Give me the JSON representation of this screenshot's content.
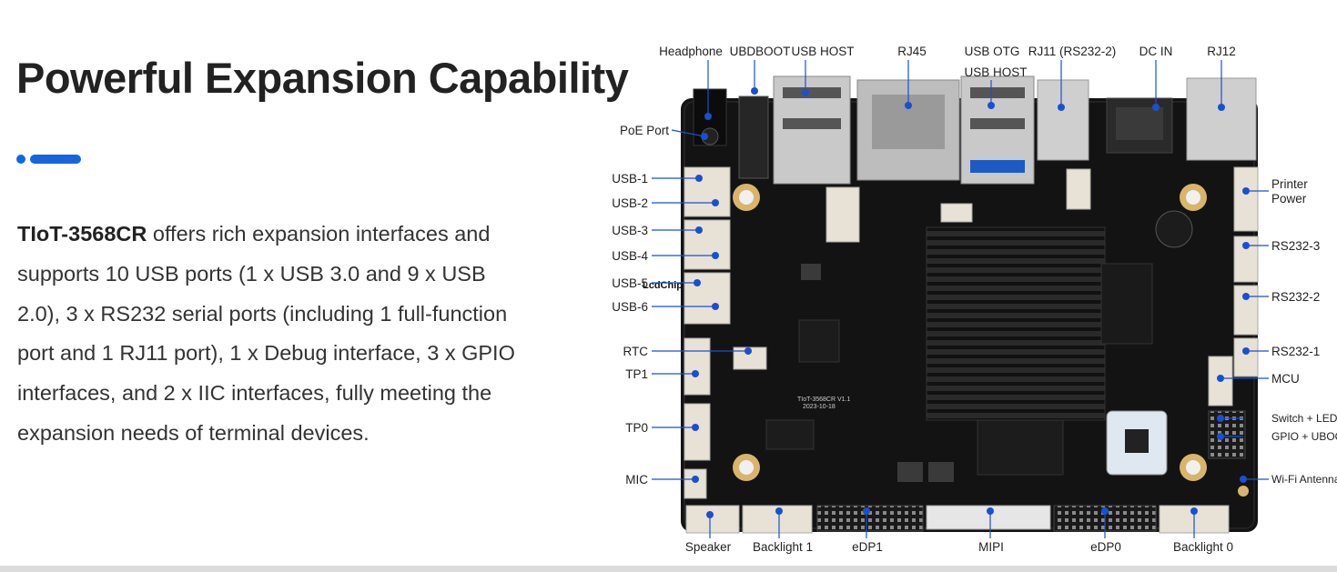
{
  "heading": "Powerful Expansion Capability",
  "accent_color": "#1565e0",
  "description": {
    "product": "TIoT-3568CR",
    "text": " offers rich expansion interfaces and supports 10 USB ports (1 x USB 3.0 and 9 x USB 2.0), 3 x RS232 serial ports (including 1 full-function port and 1 RJ11 port), 1 x Debug interface, 3 x GPIO interfaces, and 2 x IIC interfaces, fully meeting the expansion needs of terminal devices."
  },
  "board": {
    "silkscreen_model": "TIoT-3568CR V1.1",
    "silkscreen_date": "2023-10-18",
    "watermark": "LcdChip",
    "labels": {
      "headphone": "Headphone",
      "ubdboot": "UBDBOOT",
      "usb_host_top": "USB HOST",
      "rj45": "RJ45",
      "usb_otg": "USB OTG",
      "usb_host_otg": "USB HOST",
      "rj11": "RJ11 (RS232-2)",
      "dc_in": "DC IN",
      "rj12": "RJ12",
      "poe_port": "PoE Port",
      "usb1": "USB-1",
      "usb2": "USB-2",
      "usb3": "USB-3",
      "usb4": "USB-4",
      "usb5": "USB-5",
      "usb6": "USB-6",
      "rtc": "RTC",
      "tp1": "TP1",
      "tp0": "TP0",
      "mic": "MIC",
      "printer_power_1": "Printer",
      "printer_power_2": "Power",
      "rs232_3": "RS232-3",
      "rs232_2": "RS232-2",
      "rs232_1": "RS232-1",
      "mcu": "MCU",
      "switch_led": "Switch + LED",
      "gpio_uboot": "GPIO + UBOOT",
      "wifi_antenna": "Wi-Fi Antenna",
      "speaker": "Speaker",
      "backlight1": "Backlight 1",
      "edp1": "eDP1",
      "mipi": "MIPI",
      "edp0": "eDP0",
      "backlight0": "Backlight 0"
    }
  }
}
